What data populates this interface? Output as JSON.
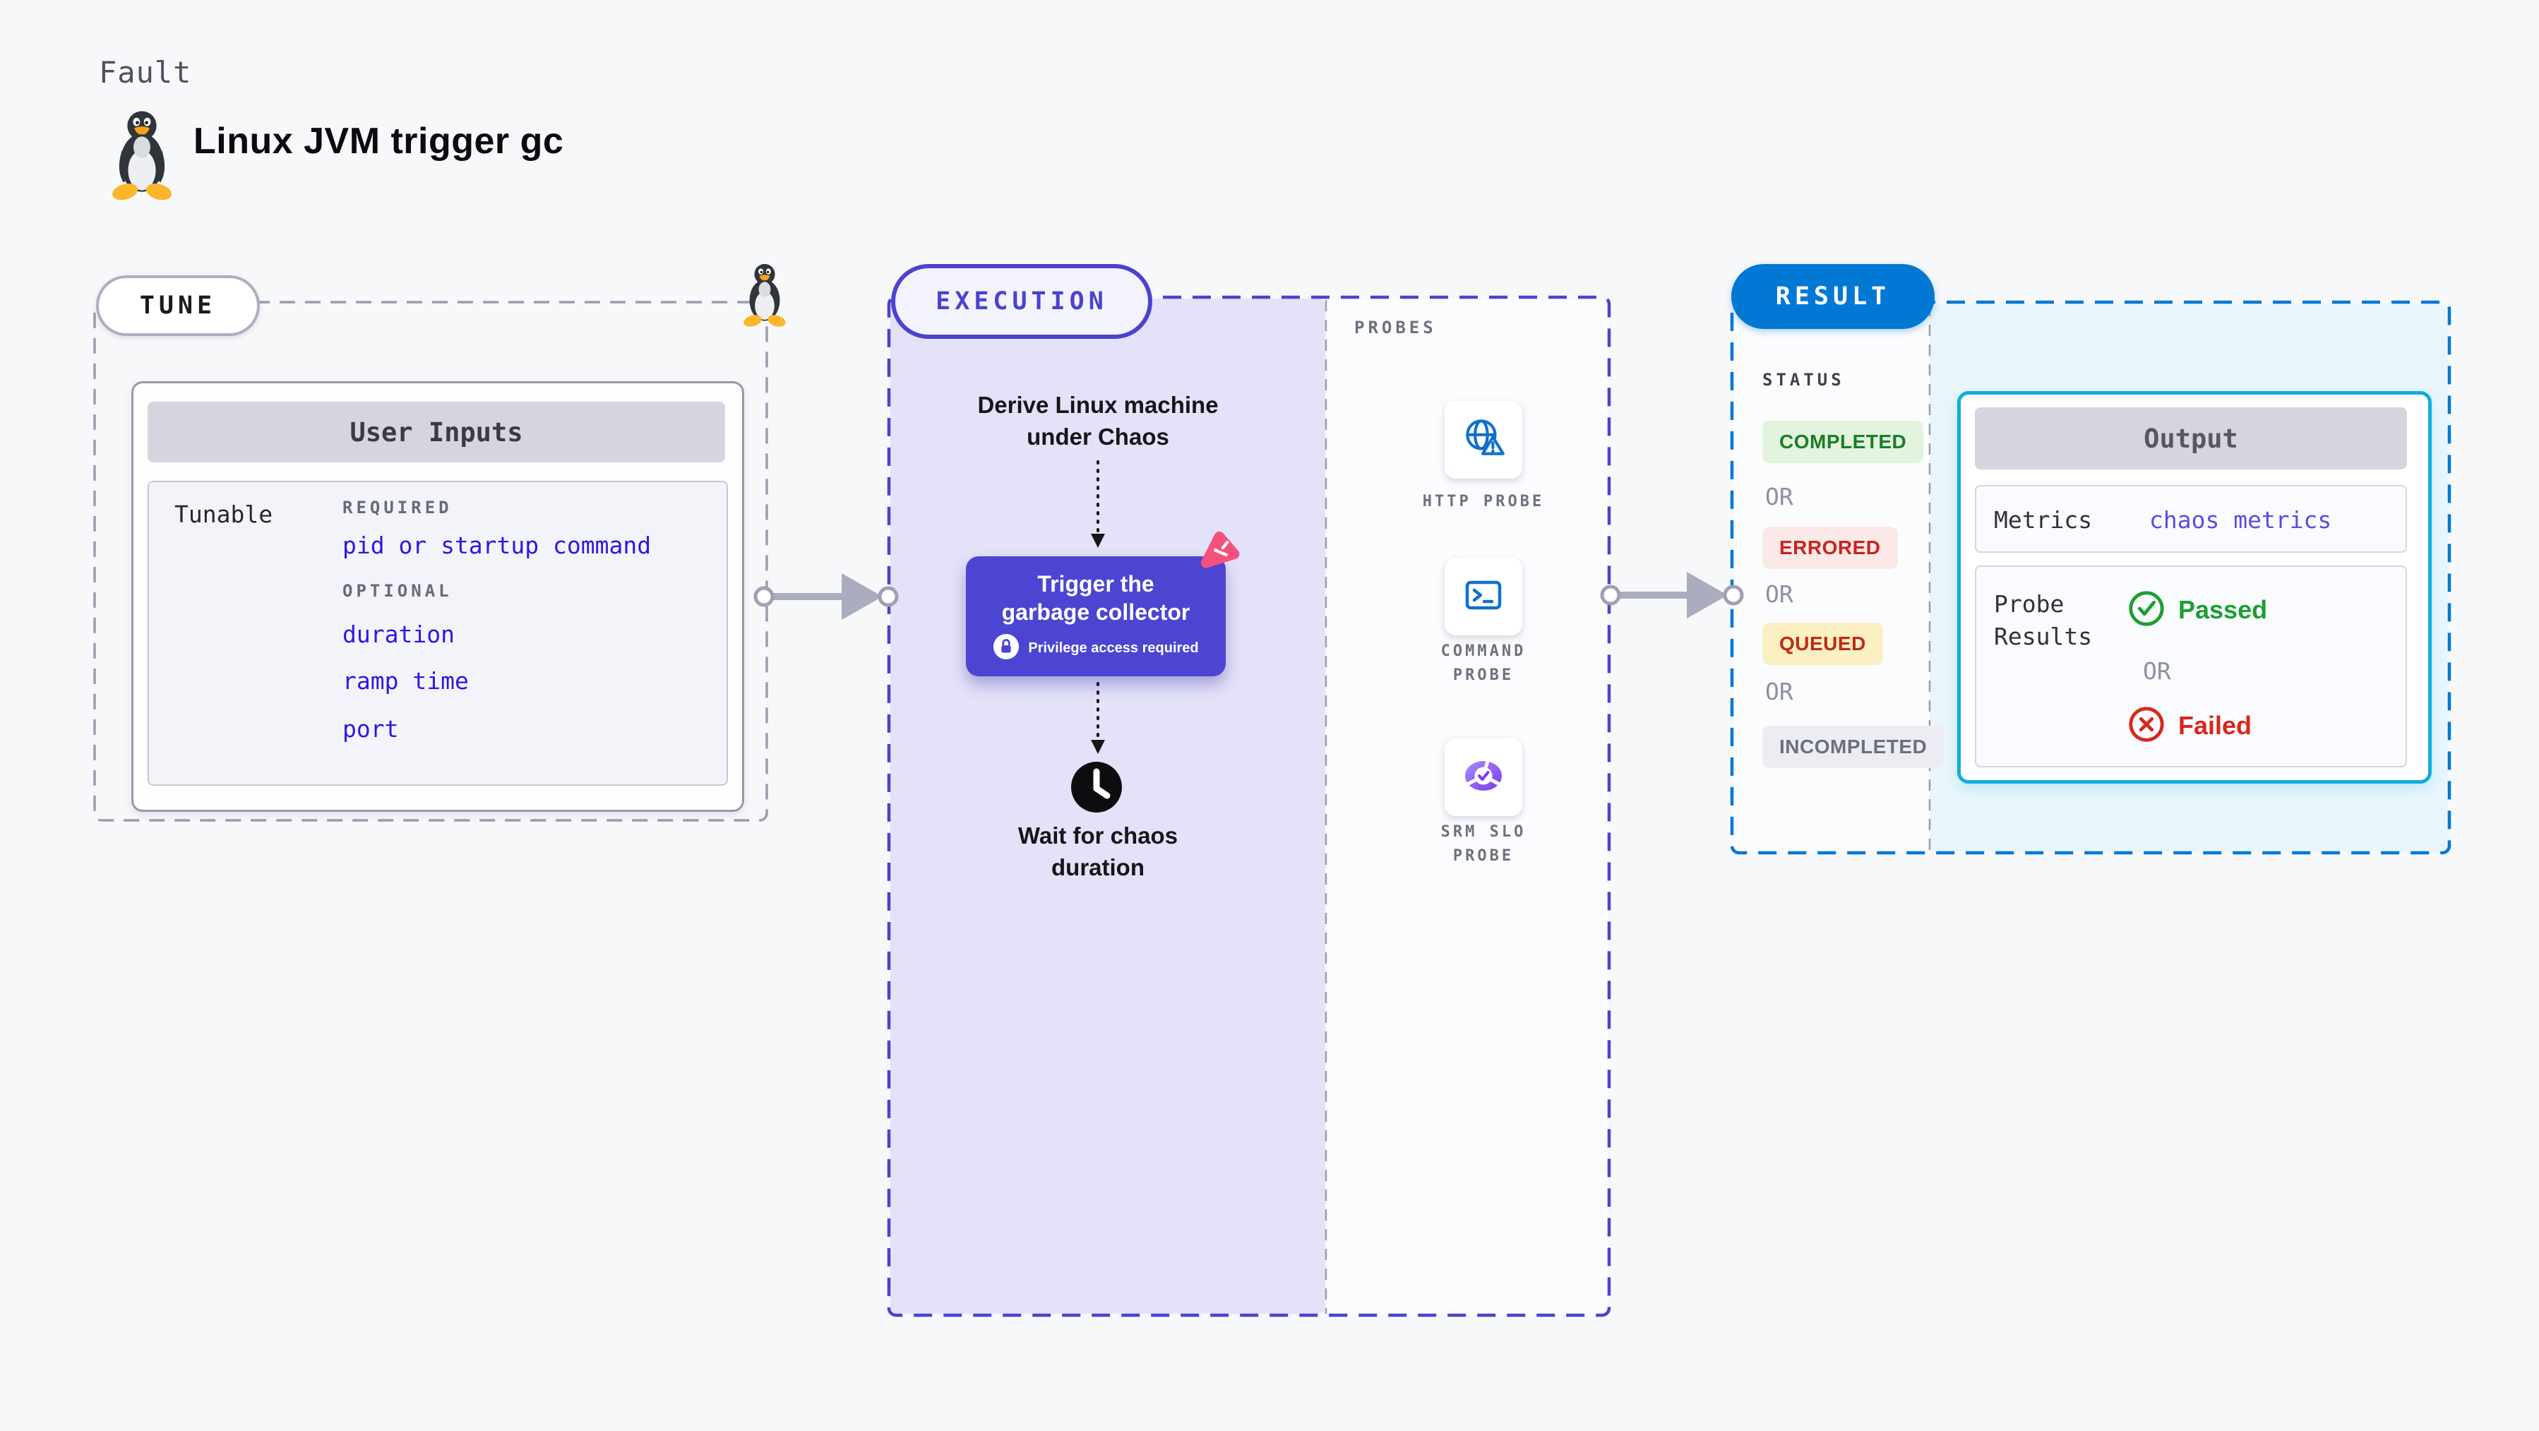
{
  "page": {
    "background": "#F7F8FA"
  },
  "header": {
    "kicker": "Fault",
    "title": "Linux JVM trigger gc"
  },
  "tune": {
    "label": "TUNE",
    "user_inputs": {
      "title": "User Inputs",
      "row_label": "Tunable",
      "required_label": "REQUIRED",
      "required_items": [
        "pid or startup command"
      ],
      "optional_label": "OPTIONAL",
      "optional_items": [
        "duration",
        "ramp time",
        "port"
      ],
      "link_color": "#2D17E3"
    }
  },
  "execution": {
    "label": "EXECUTION",
    "derive_text": "Derive Linux machine\nunder Chaos",
    "action": {
      "title": "Trigger the\ngarbage collector",
      "privilege_note": "Privilege access required",
      "background": "#4C45D2"
    },
    "wait_text": "Wait for chaos\nduration"
  },
  "probes": {
    "label": "PROBES",
    "items": [
      {
        "label": "HTTP PROBE",
        "icon": "globe-alert-icon"
      },
      {
        "label": "COMMAND\nPROBE",
        "icon": "terminal-icon"
      },
      {
        "label": "SRM SLO\nPROBE",
        "icon": "slo-check-icon"
      }
    ]
  },
  "result": {
    "label": "RESULT",
    "status_label": "STATUS",
    "or_label": "OR",
    "statuses": [
      {
        "label": "COMPLETED",
        "color": "#1C7D28",
        "background": "#E2F4DD"
      },
      {
        "label": "ERRORED",
        "color": "#C9231F",
        "background": "#FBE9E7"
      },
      {
        "label": "QUEUED",
        "color": "#C02B13",
        "background": "#FBEFC4"
      },
      {
        "label": "INCOMPLETED",
        "color": "#6D6E80",
        "background": "#ECEDF3"
      }
    ],
    "output": {
      "title": "Output",
      "metrics_label": "Metrics",
      "metrics_value": "chaos metrics",
      "metrics_value_color": "#574EE2",
      "probe_results_label": "Probe\nResults",
      "passed_label": "Passed",
      "passed_color": "#1D9E33",
      "or_label": "OR",
      "failed_label": "Failed",
      "failed_color": "#D8271D"
    }
  },
  "colors": {
    "tune_dash": "#9B9CAE",
    "execution_dash": "#4A43CF",
    "result_dash": "#0278D5",
    "execution_fill": "#E4E2F8",
    "result_fill": "#E8F6FB",
    "arrow": "#ABACBE",
    "probe_icon_blue": "#1070CE",
    "slo_purple": "#7C3AED",
    "pink_logo": "#F6517E"
  }
}
